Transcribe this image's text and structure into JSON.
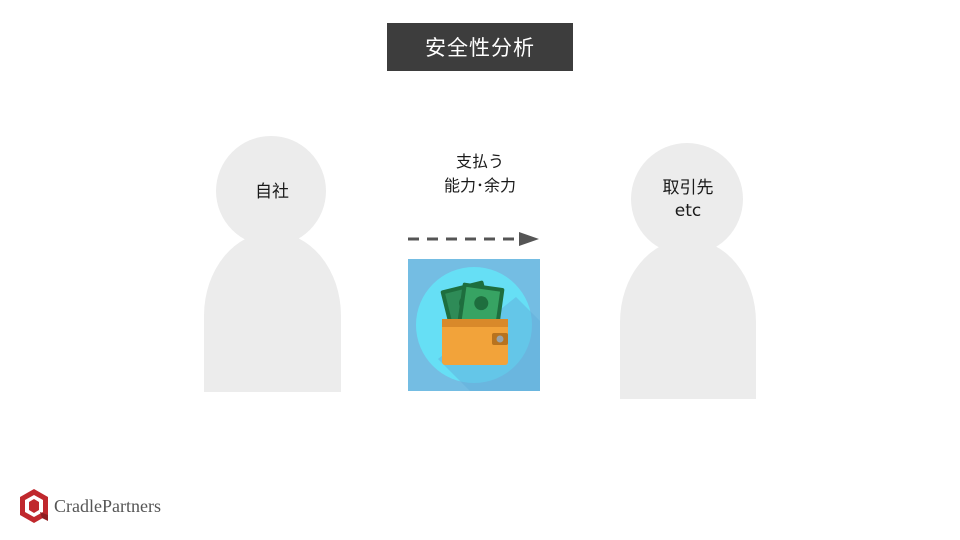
{
  "title": "安全性分析",
  "left_party": {
    "label": "自社"
  },
  "right_party": {
    "label_line1": "取引先",
    "label_line2": "etc"
  },
  "payment": {
    "line1": "支払う",
    "line2": "能力･余力"
  },
  "icons": {
    "wallet": "wallet-with-cash-icon",
    "arrow": "dashed-arrow-right"
  },
  "colors": {
    "title_bg": "#3d3d3d",
    "silhouette": "#ececec",
    "tile_bg": "#74bde3",
    "tile_circle": "#66dff5",
    "wallet": "#f2a33a",
    "cash": "#2e8b57",
    "logo_red": "#c0282d"
  },
  "logo": {
    "text": "CradlePartners"
  }
}
